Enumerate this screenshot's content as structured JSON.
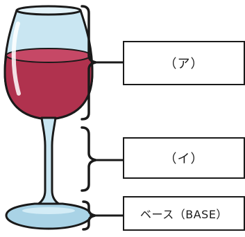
{
  "diagram": {
    "labels": {
      "a": "（ア）",
      "i": "（イ）",
      "base": "ベース（BASE）"
    },
    "colors": {
      "wine": "#b0324e",
      "wine_light": "#c64866",
      "glass": "#c9e6f2",
      "glass_shade": "#a9d3e6",
      "outline": "#1a1a1a"
    }
  }
}
